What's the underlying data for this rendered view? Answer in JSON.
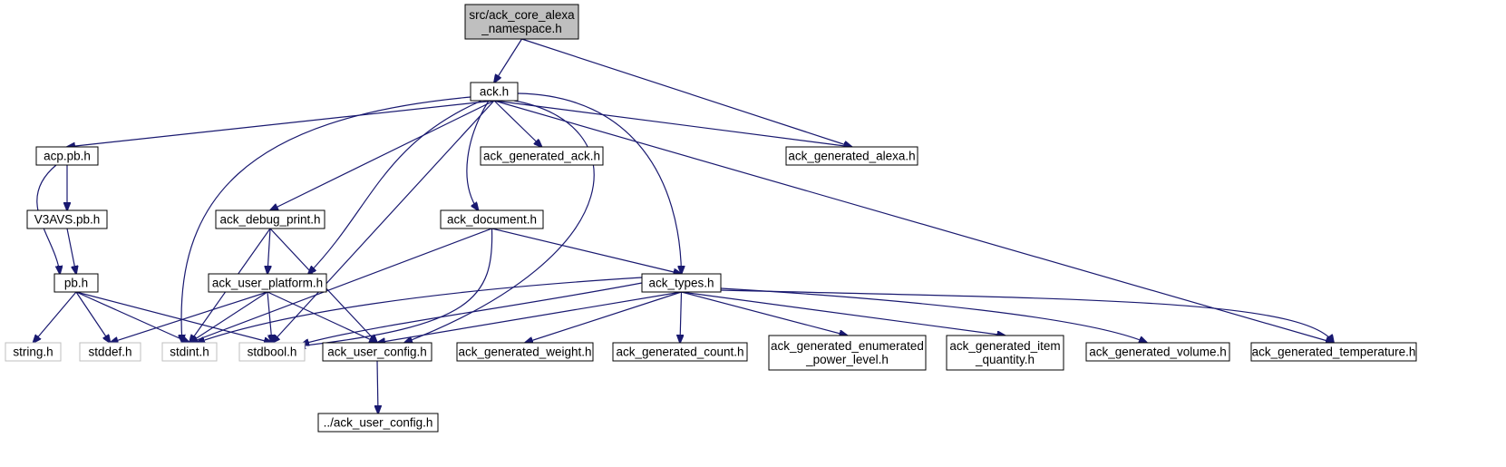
{
  "colors": {
    "edge": "#191970",
    "box": "#000000",
    "system_box": "#bfbfbf",
    "system_text": "#000000",
    "root_fill": "#bfbfbf",
    "background": "#ffffff"
  },
  "nodes": [
    {
      "id": "root",
      "lines": [
        "src/ack_core_alexa",
        "_namespace.h"
      ],
      "kind": "root"
    },
    {
      "id": "ack_h",
      "lines": [
        "ack.h"
      ],
      "kind": "local"
    },
    {
      "id": "acp_pb",
      "lines": [
        "acp.pb.h"
      ],
      "kind": "local"
    },
    {
      "id": "gen_ack",
      "lines": [
        "ack_generated_ack.h"
      ],
      "kind": "local"
    },
    {
      "id": "gen_alexa",
      "lines": [
        "ack_generated_alexa.h"
      ],
      "kind": "local"
    },
    {
      "id": "v3avs",
      "lines": [
        "V3AVS.pb.h"
      ],
      "kind": "local"
    },
    {
      "id": "debug_print",
      "lines": [
        "ack_debug_print.h"
      ],
      "kind": "local"
    },
    {
      "id": "document",
      "lines": [
        "ack_document.h"
      ],
      "kind": "local"
    },
    {
      "id": "pb_h",
      "lines": [
        "pb.h"
      ],
      "kind": "local"
    },
    {
      "id": "user_platform",
      "lines": [
        "ack_user_platform.h"
      ],
      "kind": "local"
    },
    {
      "id": "types",
      "lines": [
        "ack_types.h"
      ],
      "kind": "local"
    },
    {
      "id": "string_h",
      "lines": [
        "string.h"
      ],
      "kind": "system"
    },
    {
      "id": "stddef_h",
      "lines": [
        "stddef.h"
      ],
      "kind": "system"
    },
    {
      "id": "stdint_h",
      "lines": [
        "stdint.h"
      ],
      "kind": "system"
    },
    {
      "id": "stdbool_h",
      "lines": [
        "stdbool.h"
      ],
      "kind": "system"
    },
    {
      "id": "user_config",
      "lines": [
        "ack_user_config.h"
      ],
      "kind": "local"
    },
    {
      "id": "gen_weight",
      "lines": [
        "ack_generated_weight.h"
      ],
      "kind": "local"
    },
    {
      "id": "gen_count",
      "lines": [
        "ack_generated_count.h"
      ],
      "kind": "local"
    },
    {
      "id": "gen_enum",
      "lines": [
        "ack_generated_enumerated",
        "_power_level.h"
      ],
      "kind": "local"
    },
    {
      "id": "gen_item",
      "lines": [
        "ack_generated_item",
        "_quantity.h"
      ],
      "kind": "local"
    },
    {
      "id": "gen_volume",
      "lines": [
        "ack_generated_volume.h"
      ],
      "kind": "local"
    },
    {
      "id": "gen_temp",
      "lines": [
        "ack_generated_temperature.h"
      ],
      "kind": "local"
    },
    {
      "id": "parent_config",
      "lines": [
        "../ack_user_config.h"
      ],
      "kind": "local"
    }
  ],
  "edges": [
    [
      "root",
      "ack_h"
    ],
    [
      "root",
      "gen_alexa"
    ],
    [
      "ack_h",
      "acp_pb"
    ],
    [
      "ack_h",
      "gen_ack"
    ],
    [
      "ack_h",
      "gen_alexa"
    ],
    [
      "ack_h",
      "debug_print"
    ],
    [
      "ack_h",
      "document"
    ],
    [
      "ack_h",
      "user_platform"
    ],
    [
      "ack_h",
      "types"
    ],
    [
      "ack_h",
      "stdint_h"
    ],
    [
      "ack_h",
      "stdbool_h"
    ],
    [
      "ack_h",
      "user_config"
    ],
    [
      "ack_h",
      "gen_temp"
    ],
    [
      "acp_pb",
      "v3avs"
    ],
    [
      "acp_pb",
      "pb_h"
    ],
    [
      "v3avs",
      "pb_h"
    ],
    [
      "pb_h",
      "string_h"
    ],
    [
      "pb_h",
      "stddef_h"
    ],
    [
      "pb_h",
      "stdint_h"
    ],
    [
      "pb_h",
      "stdbool_h"
    ],
    [
      "debug_print",
      "user_platform"
    ],
    [
      "debug_print",
      "stdint_h"
    ],
    [
      "debug_print",
      "user_config"
    ],
    [
      "document",
      "types"
    ],
    [
      "document",
      "stdint_h"
    ],
    [
      "document",
      "stdbool_h"
    ],
    [
      "user_platform",
      "stddef_h"
    ],
    [
      "user_platform",
      "stdint_h"
    ],
    [
      "user_platform",
      "stdbool_h"
    ],
    [
      "user_platform",
      "user_config"
    ],
    [
      "types",
      "stdint_h"
    ],
    [
      "types",
      "stdbool_h"
    ],
    [
      "types",
      "user_config"
    ],
    [
      "types",
      "gen_weight"
    ],
    [
      "types",
      "gen_count"
    ],
    [
      "types",
      "gen_enum"
    ],
    [
      "types",
      "gen_item"
    ],
    [
      "types",
      "gen_volume"
    ],
    [
      "types",
      "gen_temp"
    ],
    [
      "user_config",
      "parent_config"
    ]
  ]
}
